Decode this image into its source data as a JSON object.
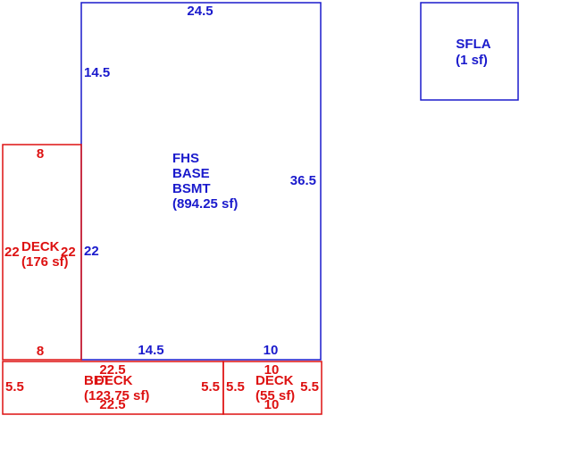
{
  "colors": {
    "house": "#1a1acc",
    "deck": "#dd1111"
  },
  "sfla": {
    "name": "SFLA",
    "area": "(1 sf)"
  },
  "house": {
    "line1": "FHS",
    "line2": "BASE",
    "line3": "BSMT",
    "area": "(894.25 sf)",
    "dim_top": "24.5",
    "dim_left_upper": "14.5",
    "dim_left_lower": "22",
    "dim_right": "36.5",
    "dim_bottom_left": "14.5",
    "dim_bottom_right": "10"
  },
  "deck_left": {
    "name": "DECK",
    "area": "(176 sf)",
    "dim_top": "8",
    "dim_bottom": "8",
    "dim_left": "22",
    "dim_right": "22"
  },
  "deck_bottom": {
    "name": "DECK",
    "overlap_text": "BET",
    "area": "(123.75 sf)",
    "dim_top": "22.5",
    "dim_bottom": "22.5",
    "dim_left": "5.5",
    "dim_right": "5.5"
  },
  "deck_small": {
    "name": "DECK",
    "area": "(55 sf)",
    "dim_top": "10",
    "dim_bottom": "10",
    "dim_left": "5.5",
    "dim_right": "5.5"
  }
}
